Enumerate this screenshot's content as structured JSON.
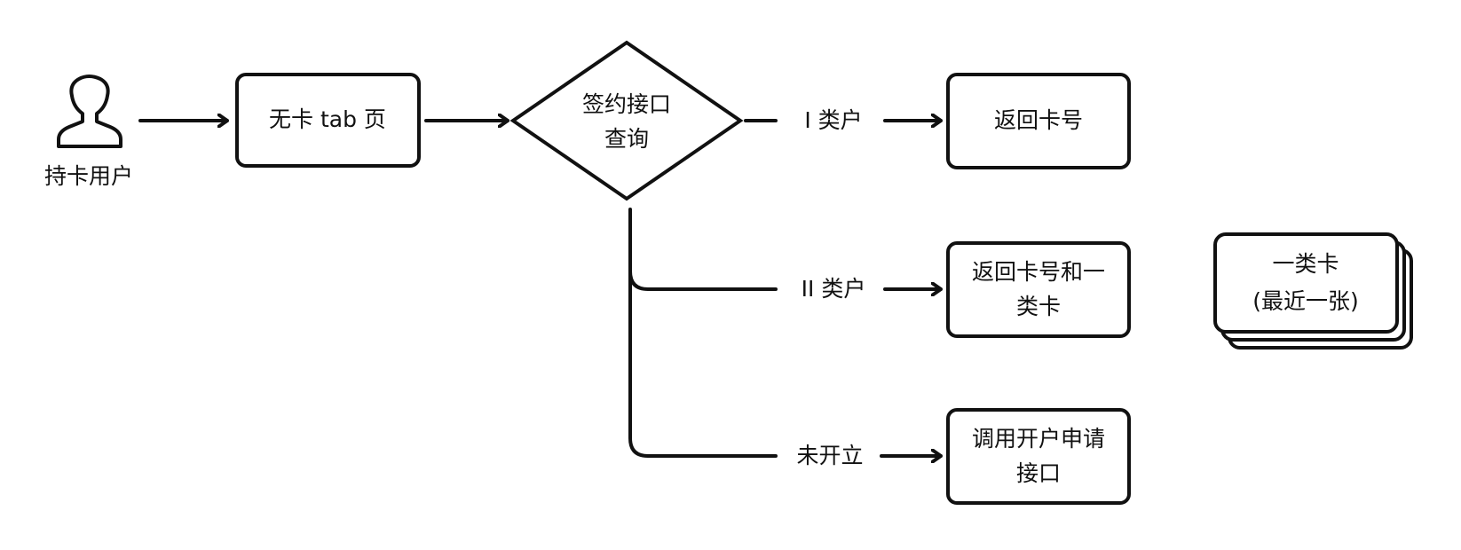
{
  "actor": {
    "label": "持卡用户"
  },
  "nodes": {
    "no_card_tab": "无卡 tab 页",
    "query": {
      "line1": "签约接口",
      "line2": "查询"
    },
    "return_card": "返回卡号",
    "return_card_class1": {
      "line1": "返回卡号和一",
      "line2": "类卡"
    },
    "call_open_api": {
      "line1": "调用开户申请",
      "line2": "接口"
    },
    "class1_card_stack": {
      "line1": "一类卡",
      "line2": "(最近一张)"
    }
  },
  "edges": {
    "class1_user": "I 类户",
    "class2_user": "II 类户",
    "not_opened": "未开立"
  },
  "colors": {
    "stroke": "#111111",
    "background": "#ffffff"
  }
}
